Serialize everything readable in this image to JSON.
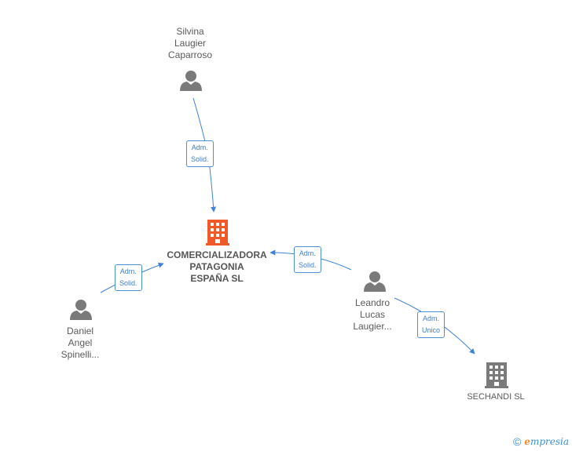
{
  "nodes": {
    "silvina": {
      "lines": [
        "Silvina",
        "Laugier",
        "Caparroso"
      ]
    },
    "main_company": {
      "lines": [
        "COMERCIALIZADORA",
        "PATAGONIA",
        "ESPAÑA  SL"
      ]
    },
    "daniel": {
      "lines": [
        "Daniel",
        "Angel",
        "Spinelli..."
      ]
    },
    "leandro": {
      "lines": [
        "Leandro",
        "Lucas",
        "Laugier..."
      ]
    },
    "sechandi": {
      "lines": [
        "SECHANDI  SL"
      ]
    }
  },
  "edges": {
    "silvina_main": {
      "lines": [
        "Adm.",
        "Solid."
      ]
    },
    "daniel_main": {
      "lines": [
        "Adm.",
        "Solid."
      ]
    },
    "leandro_main": {
      "lines": [
        "Adm.",
        "Solid."
      ]
    },
    "leandro_sechandi": {
      "lines": [
        "Adm.",
        "Unico"
      ]
    }
  },
  "footer": {
    "copyright": "©",
    "brand_first": "e",
    "brand_rest": "mpresia"
  },
  "colors": {
    "person": "#7a7a7a",
    "company_main": "#f05a28",
    "company_other": "#7a7a7a",
    "edge": "#3d82d6"
  }
}
